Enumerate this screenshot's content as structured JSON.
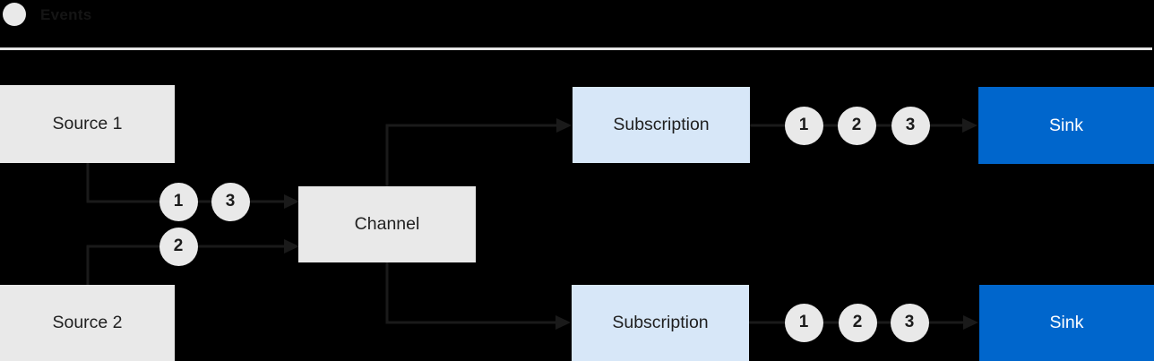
{
  "legend": {
    "label": "Events"
  },
  "nodes": {
    "source1": "Source 1",
    "source2": "Source 2",
    "channel": "Channel",
    "subscription_top": "Subscription",
    "subscription_bottom": "Subscription",
    "sink_top": "Sink",
    "sink_bottom": "Sink"
  },
  "events": {
    "source1_to_channel": [
      "1",
      "3"
    ],
    "source2_to_channel": [
      "2"
    ],
    "subscription_top_to_sink": [
      "1",
      "2",
      "3"
    ],
    "subscription_bottom_to_sink": [
      "1",
      "2",
      "3"
    ]
  },
  "colors": {
    "background": "#000000",
    "node_gray": "#e9e9e9",
    "subscription_light_blue": "#d7e7f8",
    "sink_blue": "#0066cc",
    "connector_dark": "#1a1a1a",
    "divider_light": "#e4e4e4",
    "event_circle_gray": "#e9e9e9",
    "text_dark": "#151515",
    "text_white": "#ffffff"
  }
}
